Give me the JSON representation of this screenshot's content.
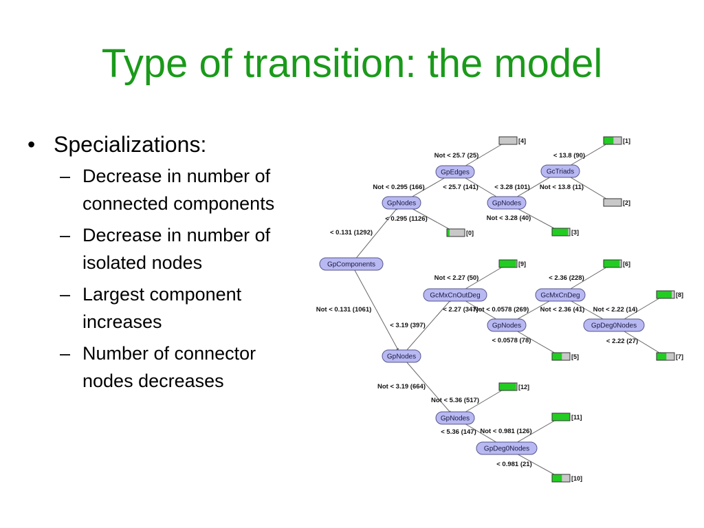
{
  "slide": {
    "title": "Type of transition: the model",
    "bullet_symbol": "•",
    "dash_symbol": "–",
    "main_bullet": "Specializations:",
    "sub_bullets": [
      "Decrease in number of connected components",
      "Decrease in number of isolated nodes",
      "Largest component increases",
      "Number of connector nodes decreases"
    ]
  },
  "tree": {
    "colors": {
      "node_fill": "#b8b8f2",
      "leaf_green": "#22cc22",
      "leaf_gray": "#c8c8c8",
      "title_green": "#1a9a1a"
    },
    "nodes": {
      "root": "GpComponents",
      "n_gpnodes_top": "GpNodes",
      "n_gpedges": "GpEdges",
      "n_gctriads": "GcTriads",
      "n_gpnodes_r": "GpNodes",
      "n_gpnodes_mid": "GpNodes",
      "n_gcmxcnout": "GcMxCnOutDeg",
      "n_gcmxcn": "GcMxCnDeg",
      "n_gpnodes_m2": "GpNodes",
      "n_gpdeg0_r": "GpDeg0Nodes",
      "n_gpnodes_bot": "GpNodes",
      "n_gpdeg0_bot": "GpDeg0Nodes"
    },
    "edges": {
      "e_root_top": "< 0.131 (1292)",
      "e_root_mid": "Not < 0.131 (1061)",
      "e_top_edges": "Not < 0.295 (166)",
      "e_top_l0": "< 0.295 (1126)",
      "e_edges_l4": "Not < 25.7 (25)",
      "e_edges_triads": "< 25.7 (141)",
      "e_triads_r": "< 3.28 (101)",
      "e_triads_l1": "< 13.8 (90)",
      "e_triads_l2": "Not < 13.8 (11)",
      "e_r_l3": "Not < 3.28 (40)",
      "e_mid_out": "< 3.19 (397)",
      "e_mid_bot": "Not < 3.19 (664)",
      "e_out_l9": "Not < 2.27 (50)",
      "e_out_cn": "< 2.27 (347)",
      "e_cn_m2": "Not < 0.0578 (269)",
      "e_cn_deg0": "Not < 2.36 (41)",
      "e_cn_l6": "< 2.36 (228)",
      "e_deg0_l8": "Not < 2.22 (14)",
      "e_deg0_l7": "< 2.22 (27)",
      "e_m2_l5": "< 0.0578 (78)",
      "e_bot_l12": "Not < 5.36 (517)",
      "e_bot_deg0": "< 5.36 (147)",
      "e_deg0b_l11": "Not < 0.981 (126)",
      "e_deg0b_l10": "< 0.981 (21)"
    },
    "leaves": {
      "l0": "[0]",
      "l1": "[1]",
      "l2": "[2]",
      "l3": "[3]",
      "l4": "[4]",
      "l5": "[5]",
      "l6": "[6]",
      "l7": "[7]",
      "l8": "[8]",
      "l9": "[9]",
      "l10": "[10]",
      "l11": "[11]",
      "l12": "[12]"
    }
  }
}
